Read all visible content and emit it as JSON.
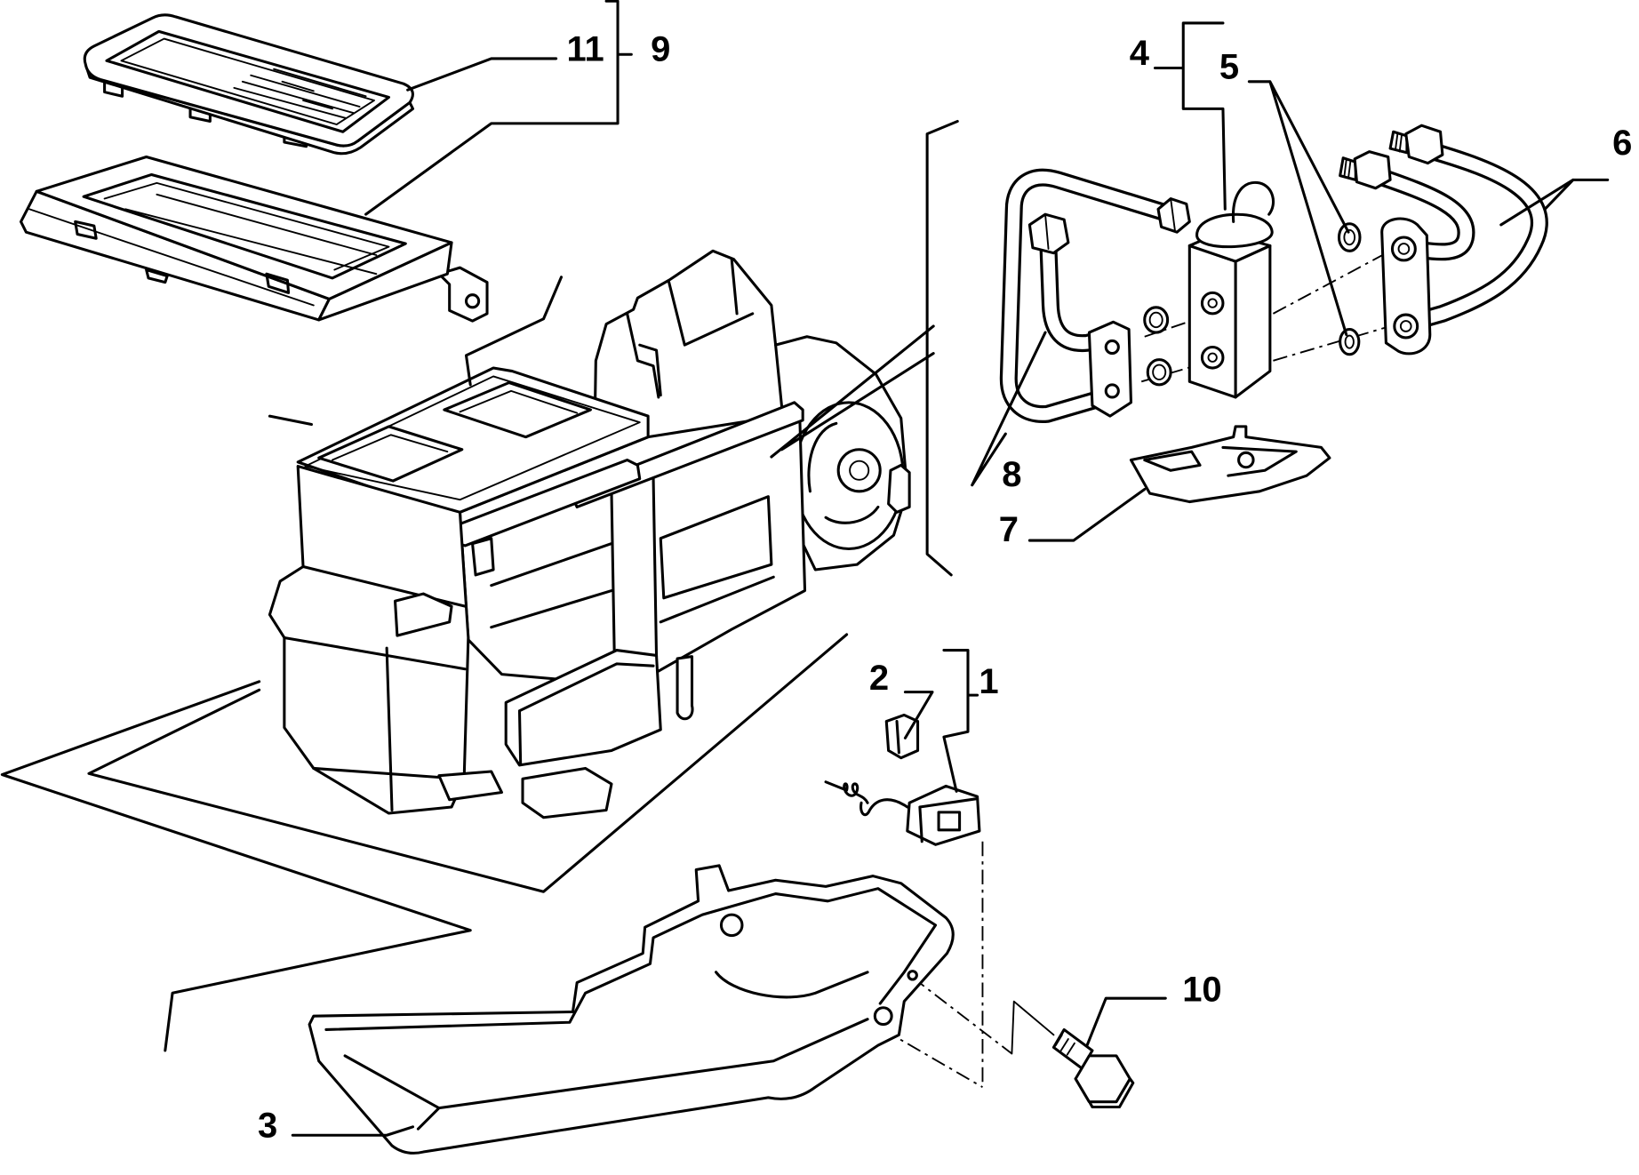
{
  "callouts": {
    "item_1": "1",
    "item_2": "2",
    "item_3": "3",
    "item_4": "4",
    "item_5": "5",
    "item_6": "6",
    "item_7": "7",
    "item_8": "8",
    "item_9": "9",
    "item_10": "10",
    "item_11": "11"
  }
}
